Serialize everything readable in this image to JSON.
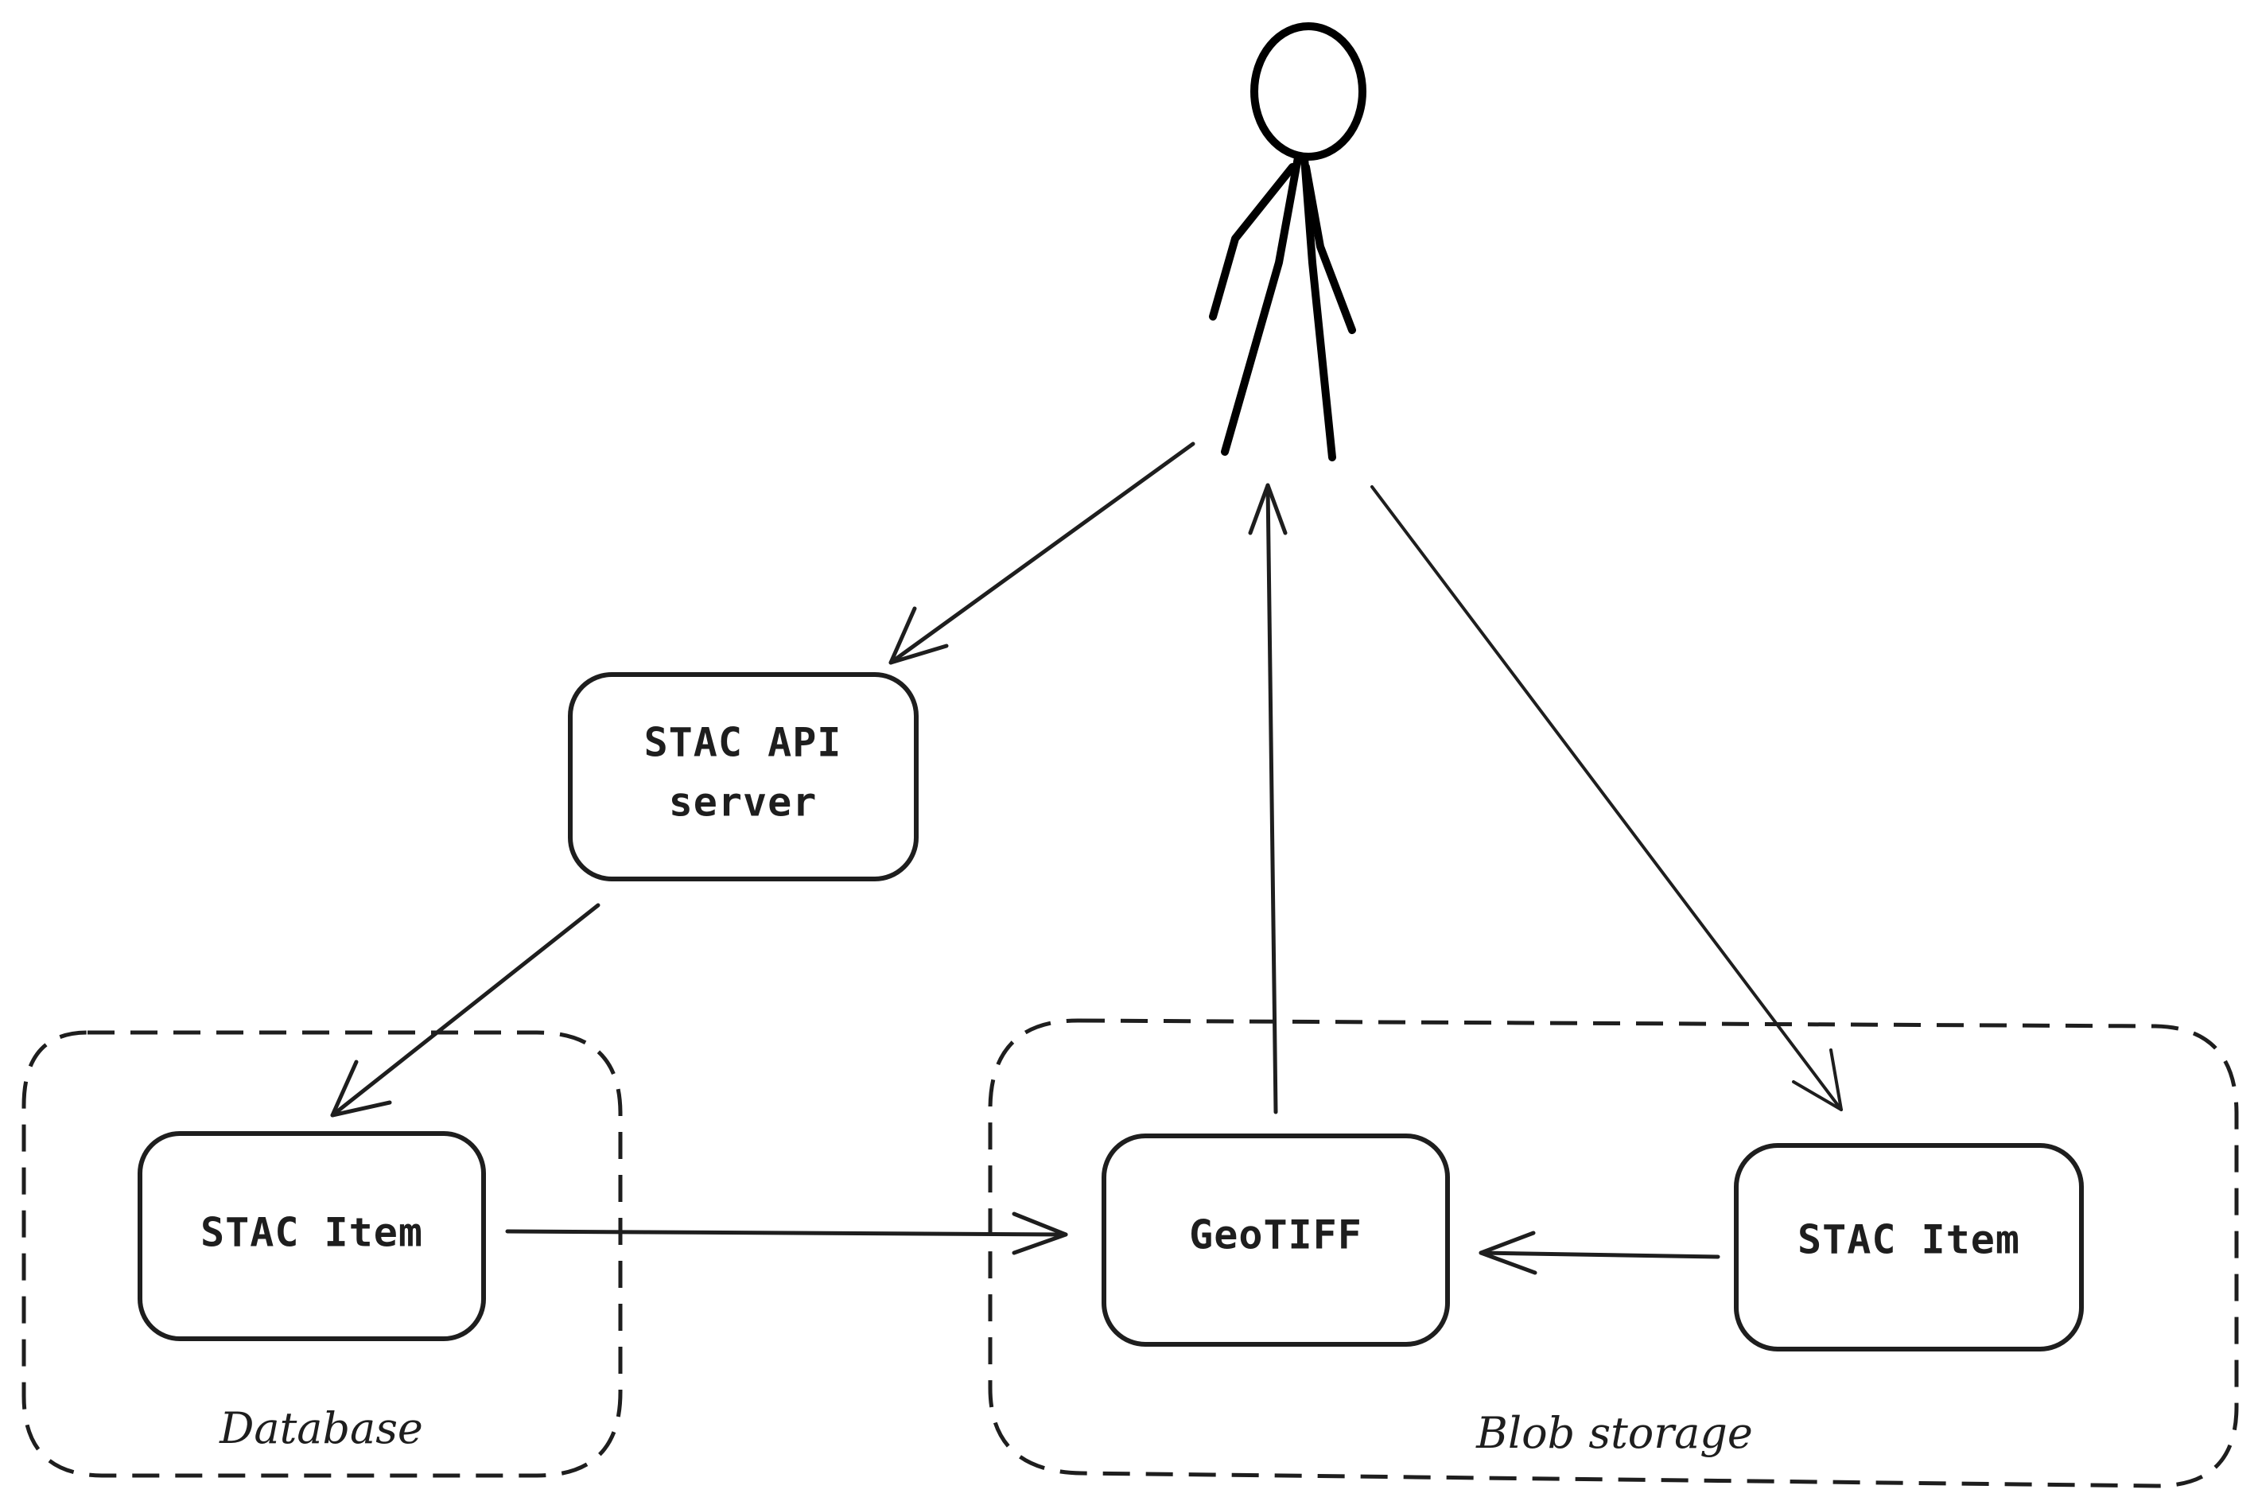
{
  "nodes": {
    "stac_api_server": {
      "line1": "STAC API",
      "line2": "server"
    },
    "stac_item_db": {
      "label": "STAC Item"
    },
    "geotiff": {
      "label": "GeoTIFF"
    },
    "stac_item_blob": {
      "label": "STAC Item"
    }
  },
  "groups": {
    "database": {
      "label": "Database"
    },
    "blob_storage": {
      "label": "Blob storage"
    }
  },
  "colors": {
    "stroke": "#1e1e1e",
    "background": "#ffffff"
  }
}
